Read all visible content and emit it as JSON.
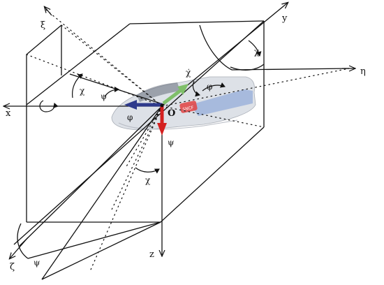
{
  "diagram": {
    "axis_labels": {
      "x": "x",
      "y": "y",
      "z": "z",
      "xi": "ξ",
      "eta": "η",
      "zeta": "ζ"
    },
    "origin_label": "O",
    "angle_labels": {
      "chi": "χ",
      "chi_dot": "χ̇",
      "psi": "ψ",
      "phi": "φ"
    },
    "train_logo": "SNCF",
    "colors": {
      "x_arrow": "#2e3a8c",
      "z_arrow": "#d42020",
      "y_arrow": "#7fbf6a",
      "line": "#111111",
      "train_body": "#d8dce3",
      "train_stripe": "#9db3da"
    }
  }
}
